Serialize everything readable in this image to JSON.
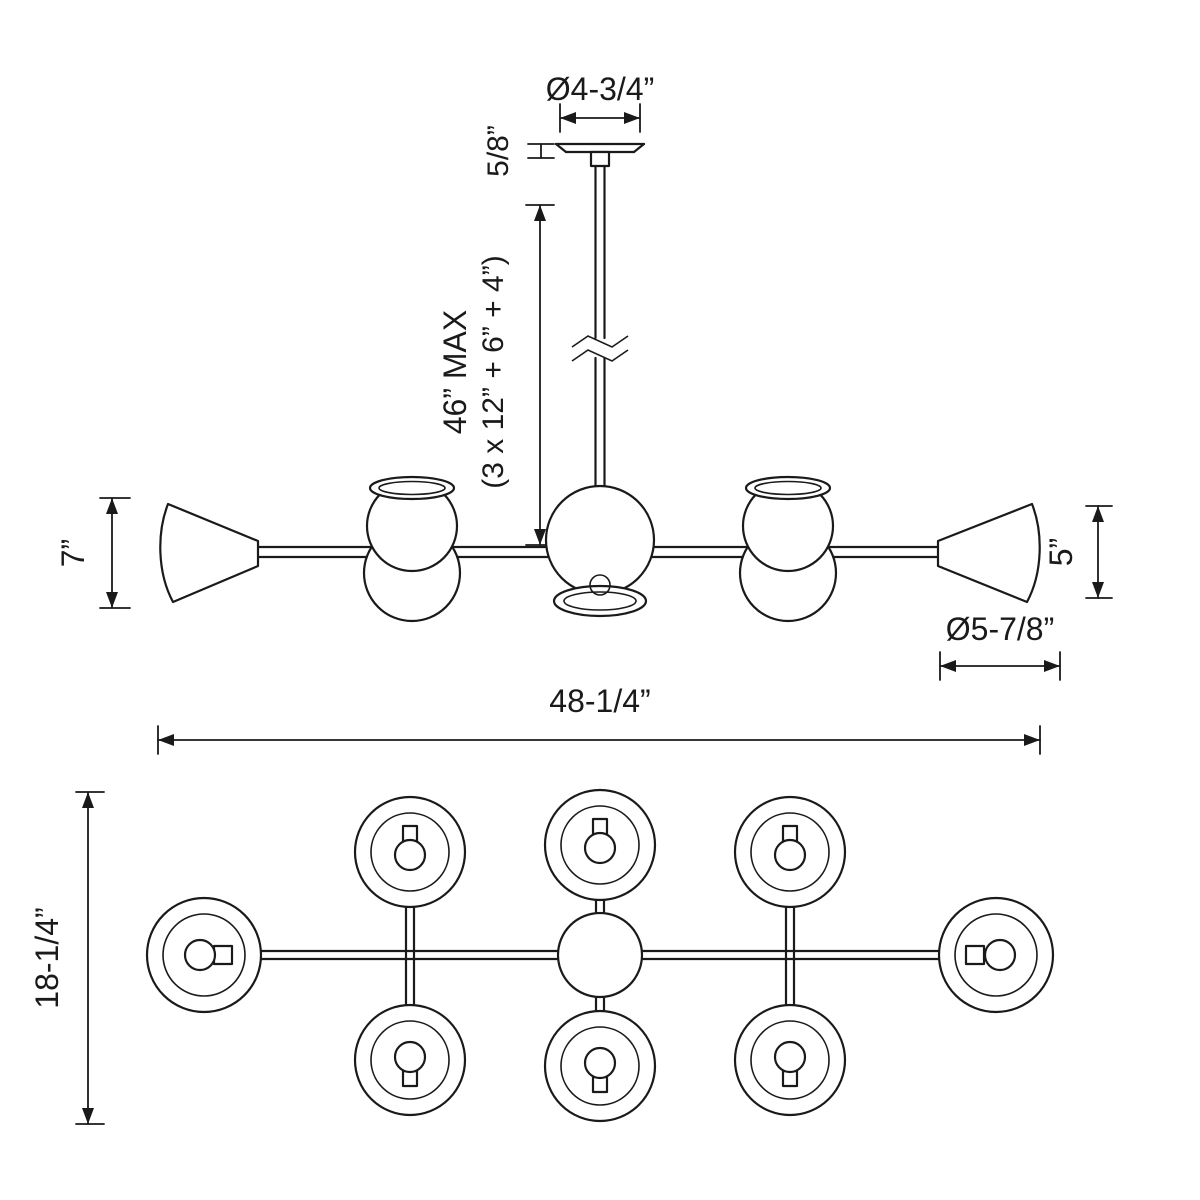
{
  "colors": {
    "line": "#1a1a1a",
    "background": "#ffffff"
  },
  "dims": {
    "canopy_diameter": "Ø4-3/4”",
    "canopy_height": "5/8”",
    "rod_max": "46” MAX",
    "rod_breakdown": "(3 x 12” + 6” + 4”)",
    "left_shade_height": "7”",
    "right_shade_height": "5”",
    "shade_diameter": "Ø5-7/8”",
    "overall_length": "48-1/4”",
    "overall_depth": "18-1/4”"
  }
}
